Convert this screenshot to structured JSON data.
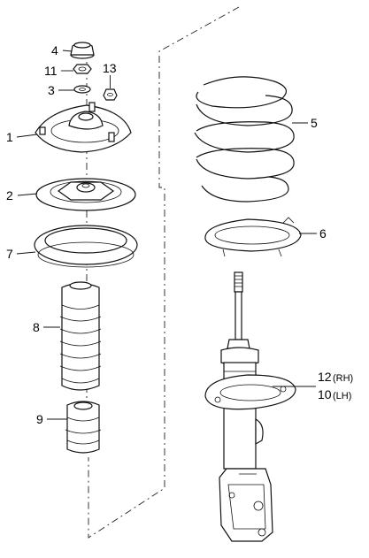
{
  "callouts": {
    "c1": "1",
    "c2": "2",
    "c3": "3",
    "c4": "4",
    "c5": "5",
    "c6": "6",
    "c7": "7",
    "c8": "8",
    "c9": "9",
    "c11": "11",
    "c13": "13",
    "c12_num": "12",
    "c12_side": "(RH)",
    "c10_num": "10",
    "c10_side": "(LH)"
  }
}
